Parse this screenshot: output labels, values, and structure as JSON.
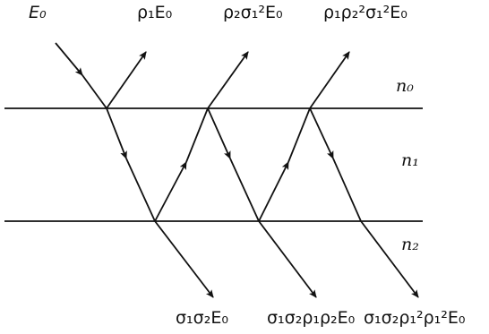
{
  "labels": {
    "incident": "E₀",
    "reflected_1": "ρ₁E₀",
    "reflected_2": "ρ₂σ₁²E₀",
    "reflected_3": "ρ₁ρ₂²σ₁²E₀",
    "transmitted_1": "σ₁σ₂E₀",
    "transmitted_2": "σ₁σ₂ρ₁ρ₂E₀",
    "transmitted_3": "σ₁σ₂ρ₁²ρ₁²E₀"
  },
  "media": {
    "top": "n₀",
    "middle": "n₁",
    "bottom": "n₂"
  },
  "colors": {
    "ink": "#111111"
  }
}
